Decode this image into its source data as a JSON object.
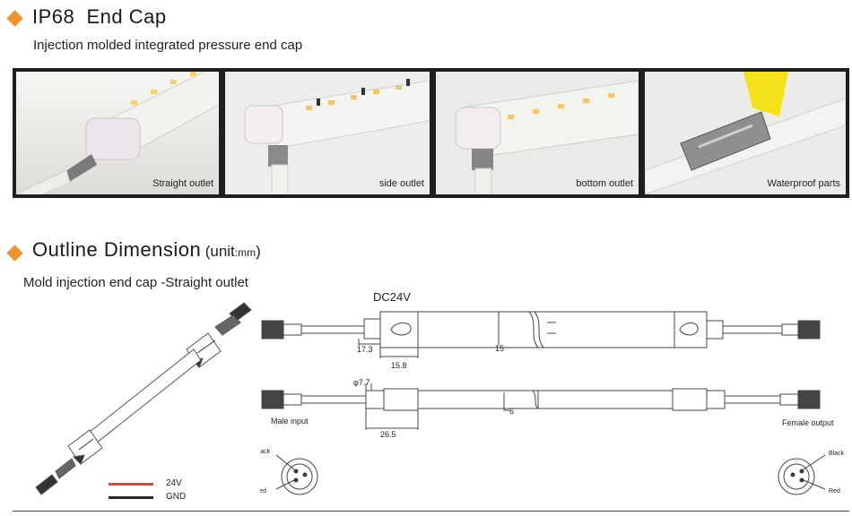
{
  "section1": {
    "title": "IP68  End Cap",
    "subtitle": "Injection molded integrated pressure end cap",
    "photos": [
      {
        "caption": "Straight outlet"
      },
      {
        "caption": "side outlet"
      },
      {
        "caption": "bottom outlet"
      },
      {
        "caption": "Waterproof parts"
      }
    ]
  },
  "section2": {
    "title": "Outline Dimension",
    "unit_open": "(unit",
    "unit_small": ":mm",
    "unit_close": ")",
    "subtitle": "Mold injection end cap -Straight outlet"
  },
  "drawing": {
    "voltage": "DC24V",
    "dim_17_3": "17.3",
    "dim_15_8": "15.8",
    "dim_15": "15",
    "dim_phi": "φ7.7",
    "dim_26_5": "26.5",
    "dim_6": "6",
    "male_input": "Male input",
    "female_output": "Female output",
    "pin_black": "Black",
    "pin_red": "Red"
  },
  "legend": [
    {
      "label": "24V",
      "color": "#e8432b"
    },
    {
      "label": "GND",
      "color": "#2a2a2a"
    }
  ],
  "colors": {
    "accent": "#f0922e",
    "frame": "#1f1f1f"
  }
}
